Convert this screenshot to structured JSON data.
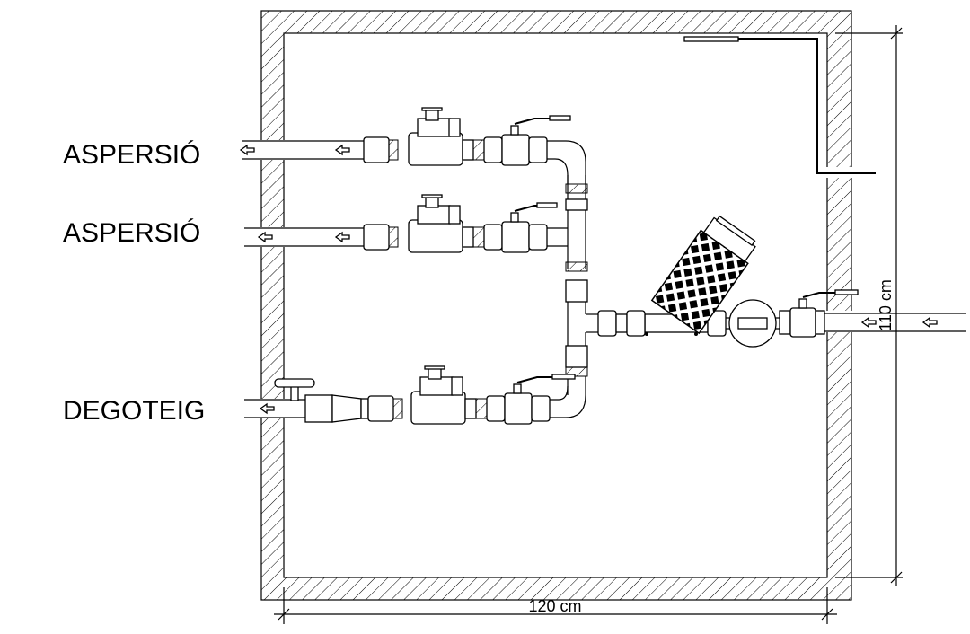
{
  "outlets": [
    {
      "label": "ASPERSIÓ"
    },
    {
      "label": "ASPERSIÓ"
    },
    {
      "label": "DEGOTEIG"
    }
  ],
  "dimensions": {
    "width_label": "120  cm",
    "height_label": "110 cm"
  },
  "colors": {
    "line": "#000000",
    "background": "#ffffff",
    "hatch": "#000000"
  }
}
